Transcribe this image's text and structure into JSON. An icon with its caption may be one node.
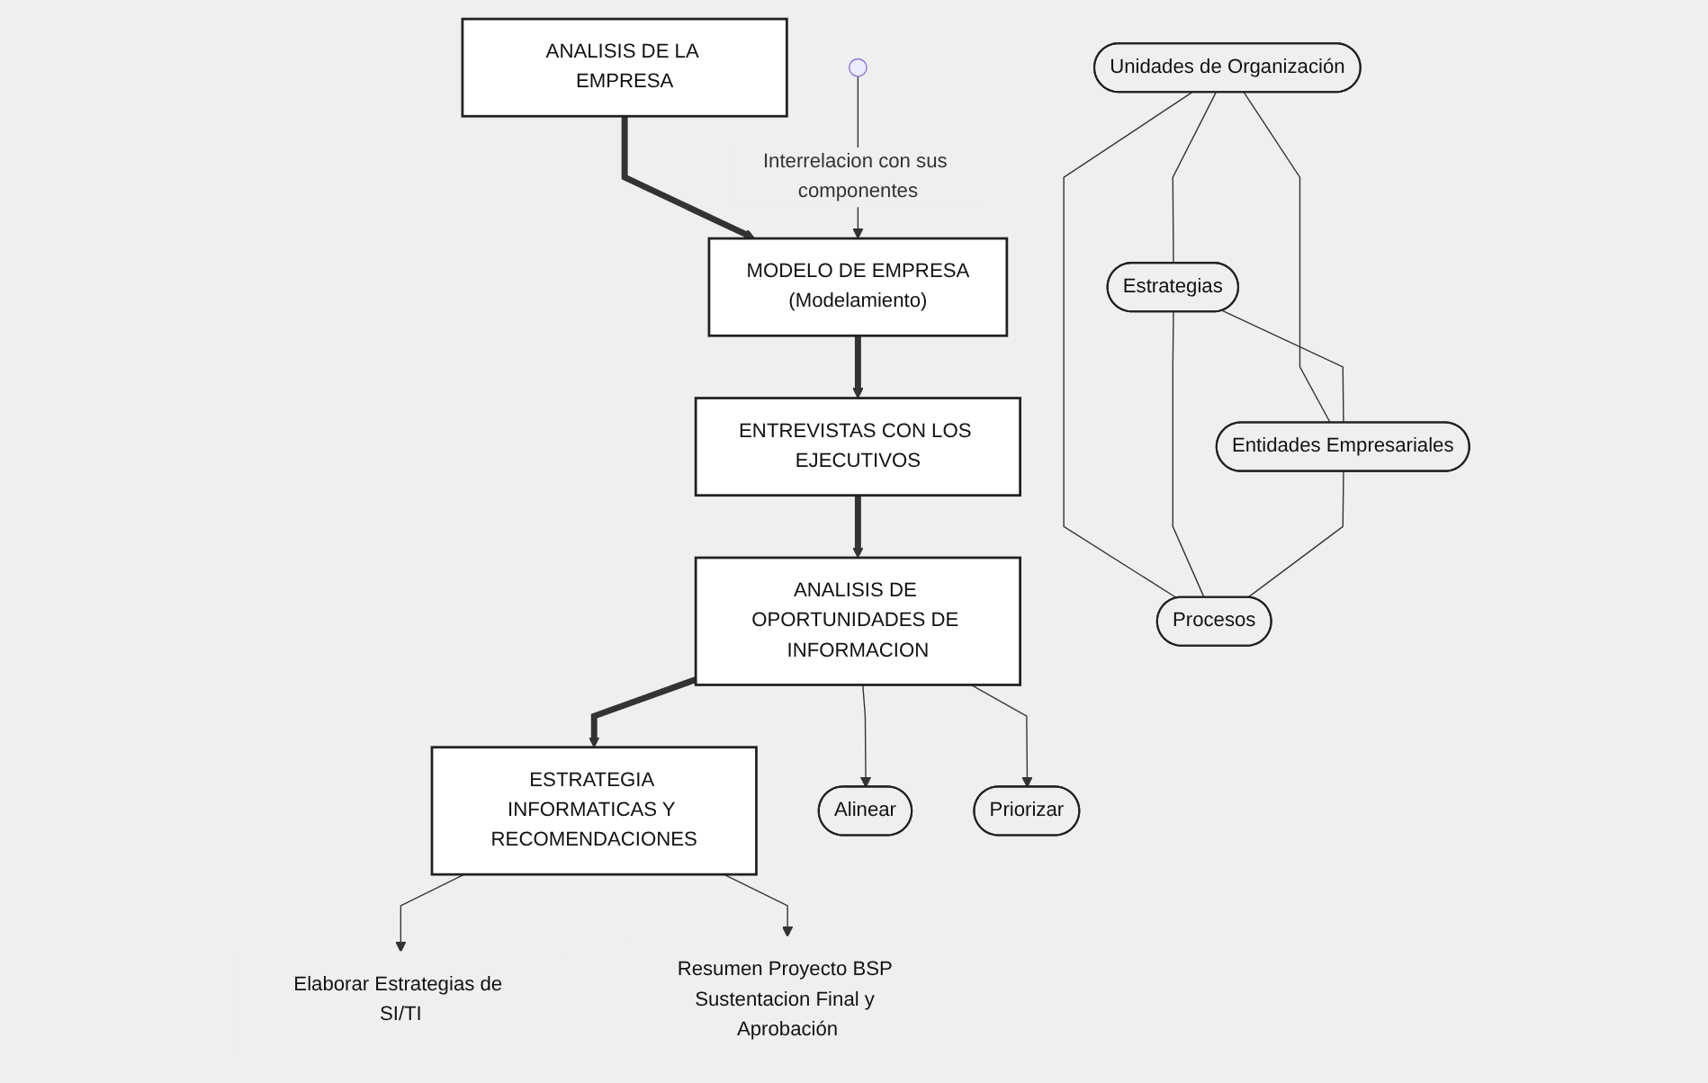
{
  "diagram": {
    "nodes": [
      {
        "text": [
          "ANALISIS DE LA EMPRESA"
        ]
      },
      {
        "text": [
          "MODELO DE EMPRESA",
          "(Modelamiento)"
        ]
      },
      {
        "text": [
          "ENTREVISTAS CON LOS EJECUTIVOS"
        ]
      },
      {
        "text": [
          "ANALISIS DE OPORTUNIDADES DE INFORMACION"
        ]
      },
      {
        "text": [
          "ESTRATEGIA INFORMATICAS Y RECOMENDACIONES"
        ]
      },
      {
        "text": [
          "Unidades de Organización"
        ]
      },
      {
        "text": [
          "Estrategias"
        ]
      },
      {
        "text": [
          "Entidades Empresariales"
        ]
      },
      {
        "text": [
          "Procesos"
        ]
      },
      {
        "text": [
          "Alinear"
        ]
      },
      {
        "text": [
          "Priorizar"
        ]
      },
      {
        "text": [
          "Elaborar Estrategias de SI/TI"
        ]
      },
      {
        "text": [
          "Resumen Proyecto BSP Sustentacion Final y Aprobación"
        ]
      }
    ],
    "edges": [
      {
        "from": 0,
        "to": 1,
        "arrow": "to",
        "style": "thick"
      },
      {
        "from": 1,
        "to": 2,
        "arrow": "to",
        "style": "thick"
      },
      {
        "from": 2,
        "to": 3,
        "arrow": "to",
        "style": "thick"
      },
      {
        "from": 3,
        "to": 4,
        "arrow": "to",
        "style": "thick"
      },
      {
        "from": 5,
        "to": 6,
        "arrow": "none"
      },
      {
        "from": 5,
        "to": 8,
        "arrow": "none"
      },
      {
        "from": 5,
        "to": 7,
        "arrow": "none"
      },
      {
        "from": 6,
        "to": 7,
        "arrow": "none"
      },
      {
        "from": 6,
        "to": 8,
        "arrow": "none"
      },
      {
        "from": 7,
        "to": 8,
        "arrow": "none"
      },
      {
        "from": null,
        "to": 1,
        "arrow": "to",
        "label": "Interrelacion con sus componentes"
      },
      {
        "from": 3,
        "to": 9,
        "arrow": "to"
      },
      {
        "from": 3,
        "to": 10,
        "arrow": "to"
      },
      {
        "from": 4,
        "to": 11,
        "arrow": "to"
      },
      {
        "from": 4,
        "to": 12,
        "arrow": "to"
      }
    ]
  }
}
